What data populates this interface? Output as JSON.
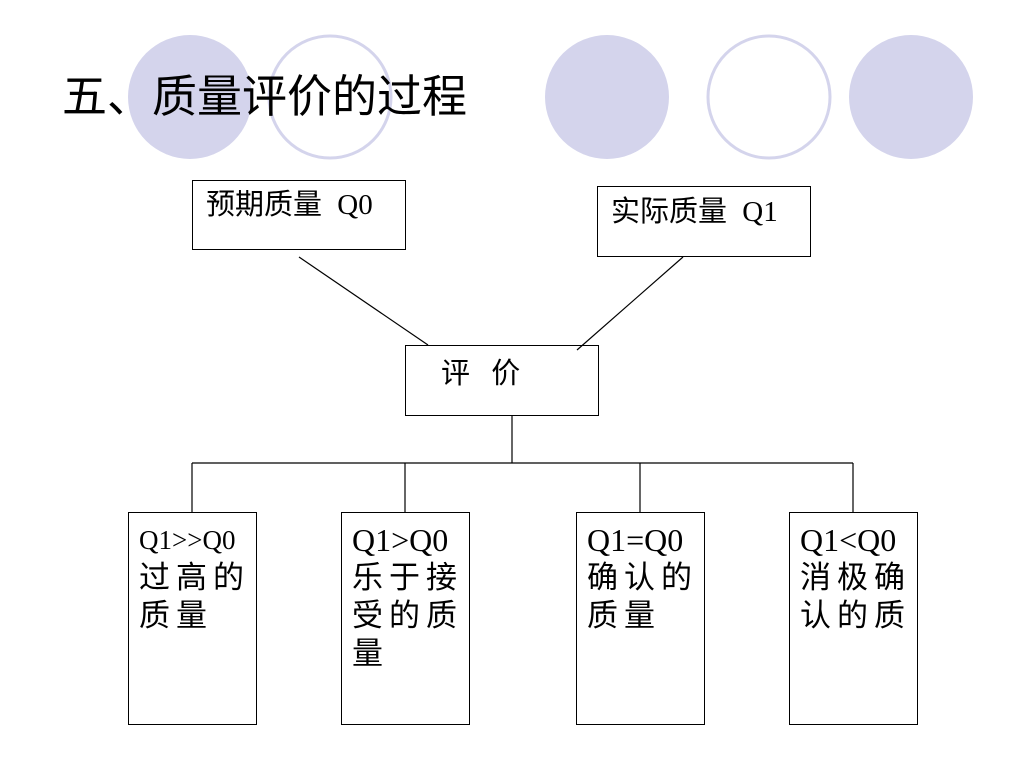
{
  "title": "五、质量评价的过程",
  "colors": {
    "decoration": "#d4d4ec",
    "background": "#ffffff",
    "text": "#000000",
    "line": "#000000"
  },
  "diagram": {
    "expected_quality": "预期质量 Q0",
    "actual_quality": "实际质量 Q1",
    "evaluation": "评 价",
    "outcomes": [
      {
        "condition": "Q1>>Q0",
        "lines": [
          "过高的",
          "质量"
        ]
      },
      {
        "condition": "Q1>Q0",
        "lines": [
          "乐于接",
          "受的质",
          "量"
        ]
      },
      {
        "condition": "Q1=Q0",
        "lines": [
          "确认的",
          "质量"
        ]
      },
      {
        "condition": "Q1<Q0",
        "lines": [
          "消极确",
          "认的质"
        ]
      }
    ]
  }
}
